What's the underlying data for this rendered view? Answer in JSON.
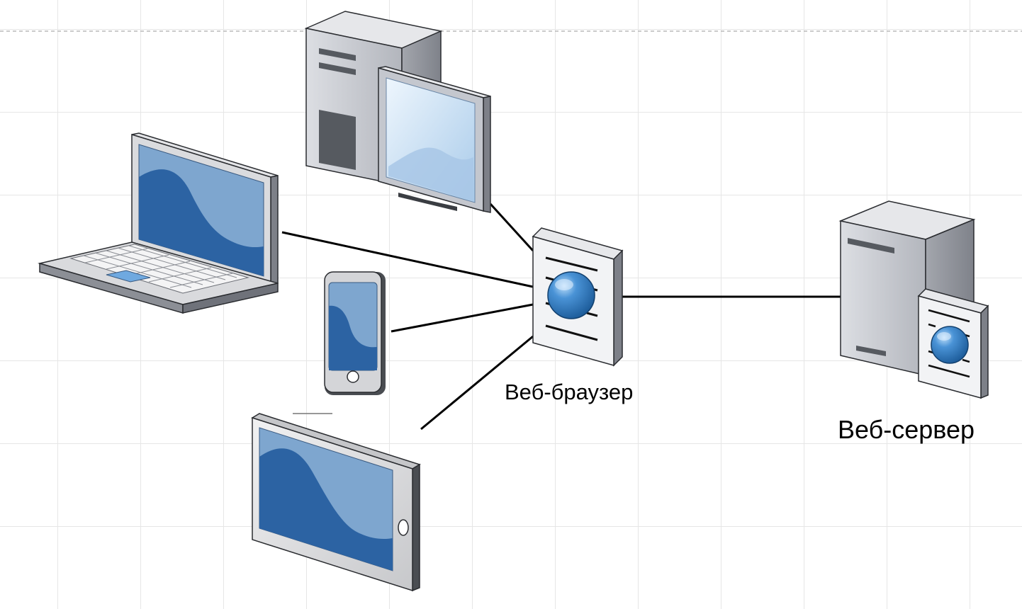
{
  "labels": {
    "browser": "Веб-браузер",
    "server": "Веб-сервер"
  },
  "colors": {
    "screen_light": "#7ea6cf",
    "screen_dark": "#2c63a3",
    "device_body": "#d9dadc",
    "device_frame": "#4a4d52",
    "tower_light": "#c9ccd3",
    "tower_dark": "#8f929a",
    "tower_panel": "#565a60",
    "globe": "#2f7cc4",
    "connector": "#000000"
  },
  "nodes": [
    {
      "id": "desktop",
      "icon": "desktop-computer-icon"
    },
    {
      "id": "laptop",
      "icon": "laptop-icon"
    },
    {
      "id": "phone",
      "icon": "smartphone-icon"
    },
    {
      "id": "tablet",
      "icon": "tablet-icon"
    },
    {
      "id": "browser",
      "icon": "web-browser-icon"
    },
    {
      "id": "server",
      "icon": "web-server-icon"
    }
  ],
  "edges": [
    {
      "from": "desktop",
      "to": "browser"
    },
    {
      "from": "laptop",
      "to": "browser"
    },
    {
      "from": "phone",
      "to": "browser"
    },
    {
      "from": "tablet",
      "to": "browser"
    },
    {
      "from": "browser",
      "to": "server"
    }
  ]
}
